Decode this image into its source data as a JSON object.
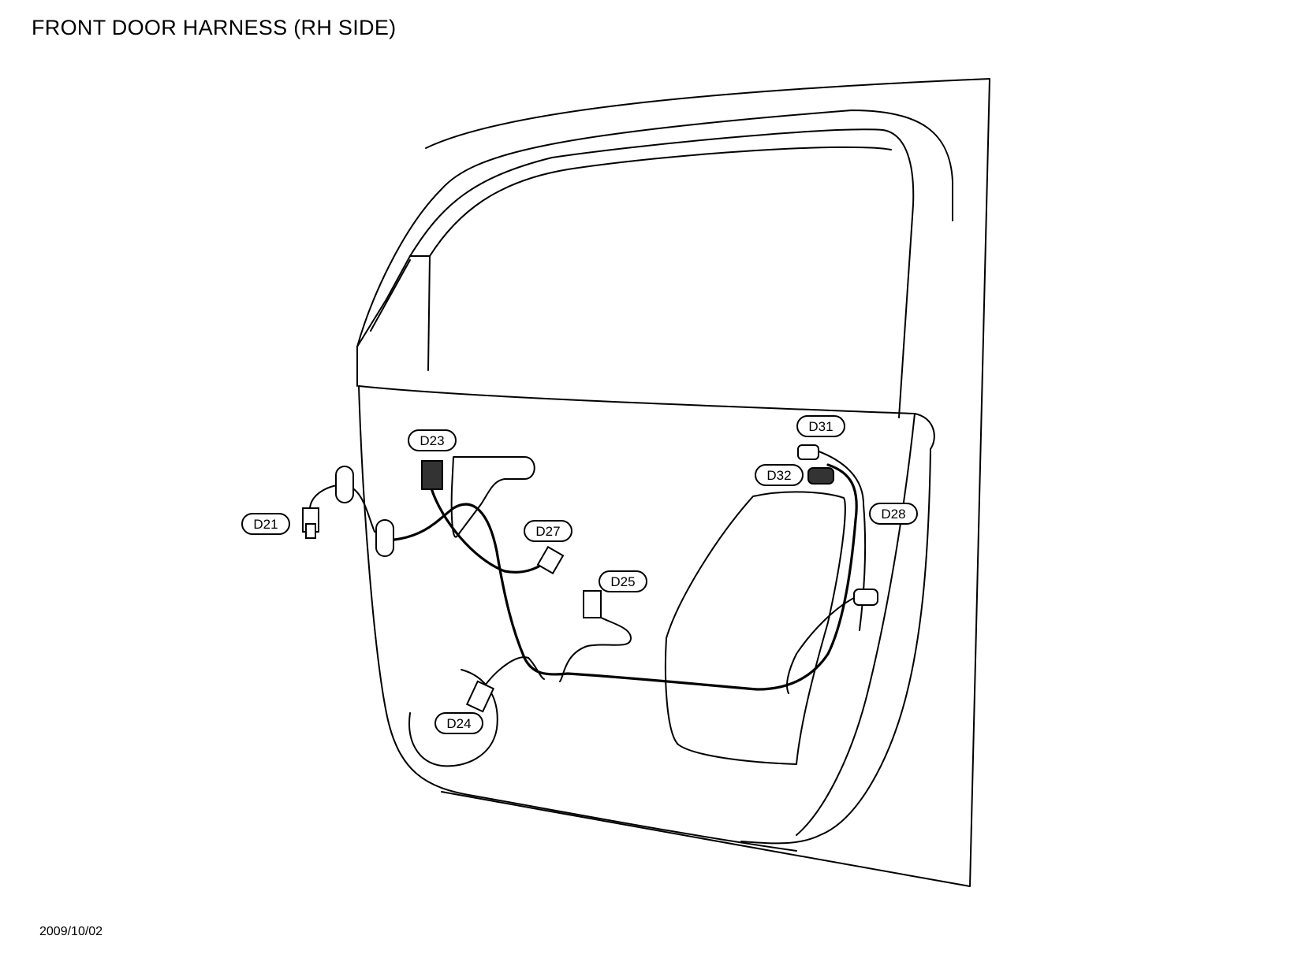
{
  "title": "FRONT DOOR HARNESS (RH SIDE)",
  "date": "2009/10/02",
  "connectors": [
    {
      "id": "D21",
      "label": "D21"
    },
    {
      "id": "D23",
      "label": "D23"
    },
    {
      "id": "D24",
      "label": "D24"
    },
    {
      "id": "D25",
      "label": "D25"
    },
    {
      "id": "D27",
      "label": "D27"
    },
    {
      "id": "D28",
      "label": "D28"
    },
    {
      "id": "D31",
      "label": "D31"
    },
    {
      "id": "D32",
      "label": "D32"
    }
  ]
}
